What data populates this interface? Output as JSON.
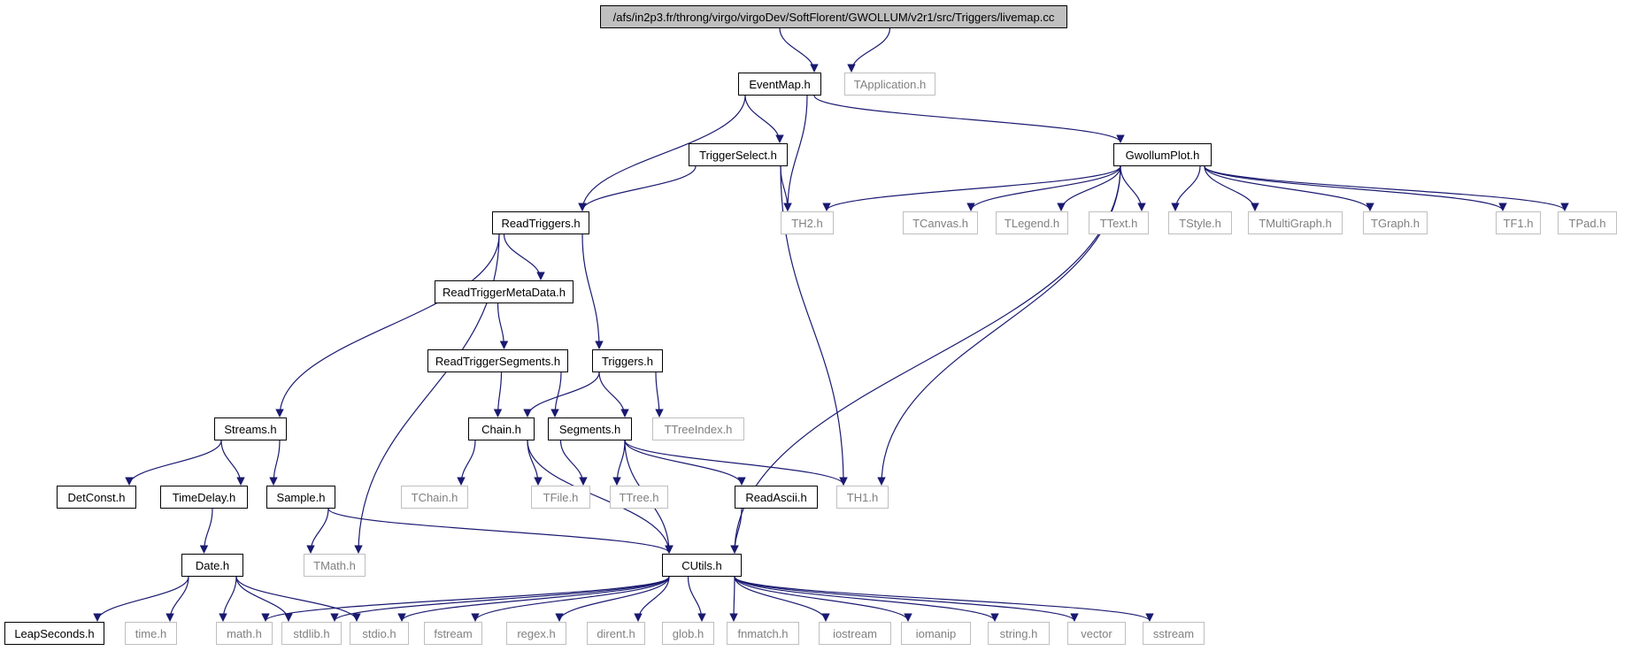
{
  "diagram": {
    "colors": {
      "edge": "#191970",
      "local_border": "#000000",
      "ext_border": "#bfbfbf",
      "root_fill": "#bfbfbf"
    },
    "nodes": [
      {
        "id": "root",
        "label": "/afs/in2p3.fr/throng/virgo/virgoDev/SoftFlorent/GWOLLUM/v2r1/src/Triggers/livemap.cc",
        "kind": "root"
      },
      {
        "id": "EventMap",
        "label": "EventMap.h",
        "kind": "local"
      },
      {
        "id": "TApplication",
        "label": "TApplication.h",
        "kind": "ext"
      },
      {
        "id": "TriggerSelect",
        "label": "TriggerSelect.h",
        "kind": "local"
      },
      {
        "id": "GwollumPlot",
        "label": "GwollumPlot.h",
        "kind": "local"
      },
      {
        "id": "ReadTriggers",
        "label": "ReadTriggers.h",
        "kind": "local"
      },
      {
        "id": "TH2",
        "label": "TH2.h",
        "kind": "ext"
      },
      {
        "id": "TCanvas",
        "label": "TCanvas.h",
        "kind": "ext"
      },
      {
        "id": "TLegend",
        "label": "TLegend.h",
        "kind": "ext"
      },
      {
        "id": "TText",
        "label": "TText.h",
        "kind": "ext"
      },
      {
        "id": "TStyle",
        "label": "TStyle.h",
        "kind": "ext"
      },
      {
        "id": "TMultiGraph",
        "label": "TMultiGraph.h",
        "kind": "ext"
      },
      {
        "id": "TGraph",
        "label": "TGraph.h",
        "kind": "ext"
      },
      {
        "id": "TF1",
        "label": "TF1.h",
        "kind": "ext"
      },
      {
        "id": "TPad",
        "label": "TPad.h",
        "kind": "ext"
      },
      {
        "id": "ReadTriggerMetaData",
        "label": "ReadTriggerMetaData.h",
        "kind": "local"
      },
      {
        "id": "ReadTriggerSegments",
        "label": "ReadTriggerSegments.h",
        "kind": "local"
      },
      {
        "id": "Triggers",
        "label": "Triggers.h",
        "kind": "local"
      },
      {
        "id": "Streams",
        "label": "Streams.h",
        "kind": "local"
      },
      {
        "id": "Chain",
        "label": "Chain.h",
        "kind": "local"
      },
      {
        "id": "Segments",
        "label": "Segments.h",
        "kind": "local"
      },
      {
        "id": "TTreeIndex",
        "label": "TTreeIndex.h",
        "kind": "ext"
      },
      {
        "id": "DetConst",
        "label": "DetConst.h",
        "kind": "local"
      },
      {
        "id": "TimeDelay",
        "label": "TimeDelay.h",
        "kind": "local"
      },
      {
        "id": "Sample",
        "label": "Sample.h",
        "kind": "local"
      },
      {
        "id": "TChain",
        "label": "TChain.h",
        "kind": "ext"
      },
      {
        "id": "TFile",
        "label": "TFile.h",
        "kind": "ext"
      },
      {
        "id": "TTree",
        "label": "TTree.h",
        "kind": "ext"
      },
      {
        "id": "ReadAscii",
        "label": "ReadAscii.h",
        "kind": "local"
      },
      {
        "id": "TH1",
        "label": "TH1.h",
        "kind": "ext"
      },
      {
        "id": "TMath",
        "label": "TMath.h",
        "kind": "ext"
      },
      {
        "id": "Date",
        "label": "Date.h",
        "kind": "local"
      },
      {
        "id": "CUtils",
        "label": "CUtils.h",
        "kind": "local"
      },
      {
        "id": "LeapSeconds",
        "label": "LeapSeconds.h",
        "kind": "local"
      },
      {
        "id": "time",
        "label": "time.h",
        "kind": "ext"
      },
      {
        "id": "math",
        "label": "math.h",
        "kind": "ext"
      },
      {
        "id": "stdlib",
        "label": "stdlib.h",
        "kind": "ext"
      },
      {
        "id": "stdio",
        "label": "stdio.h",
        "kind": "ext"
      },
      {
        "id": "fstream",
        "label": "fstream",
        "kind": "ext"
      },
      {
        "id": "regex",
        "label": "regex.h",
        "kind": "ext"
      },
      {
        "id": "dirent",
        "label": "dirent.h",
        "kind": "ext"
      },
      {
        "id": "glob",
        "label": "glob.h",
        "kind": "ext"
      },
      {
        "id": "fnmatch",
        "label": "fnmatch.h",
        "kind": "ext"
      },
      {
        "id": "iostream",
        "label": "iostream",
        "kind": "ext"
      },
      {
        "id": "iomanip",
        "label": "iomanip",
        "kind": "ext"
      },
      {
        "id": "string",
        "label": "string.h",
        "kind": "ext"
      },
      {
        "id": "vector",
        "label": "vector",
        "kind": "ext"
      },
      {
        "id": "sstream",
        "label": "sstream",
        "kind": "ext"
      }
    ],
    "edges": [
      [
        "root",
        "EventMap"
      ],
      [
        "root",
        "TApplication"
      ],
      [
        "EventMap",
        "ReadTriggers"
      ],
      [
        "EventMap",
        "TriggerSelect"
      ],
      [
        "EventMap",
        "TH2"
      ],
      [
        "EventMap",
        "GwollumPlot"
      ],
      [
        "TriggerSelect",
        "ReadTriggers"
      ],
      [
        "TriggerSelect",
        "TH2"
      ],
      [
        "TriggerSelect",
        "TH1"
      ],
      [
        "GwollumPlot",
        "TH2"
      ],
      [
        "GwollumPlot",
        "TH1"
      ],
      [
        "GwollumPlot",
        "TCanvas"
      ],
      [
        "GwollumPlot",
        "TLegend"
      ],
      [
        "GwollumPlot",
        "TText"
      ],
      [
        "GwollumPlot",
        "TStyle"
      ],
      [
        "GwollumPlot",
        "TMultiGraph"
      ],
      [
        "GwollumPlot",
        "TGraph"
      ],
      [
        "GwollumPlot",
        "TF1"
      ],
      [
        "GwollumPlot",
        "TPad"
      ],
      [
        "GwollumPlot",
        "CUtils"
      ],
      [
        "ReadTriggers",
        "Streams"
      ],
      [
        "ReadTriggers",
        "TMath"
      ],
      [
        "ReadTriggers",
        "ReadTriggerMetaData"
      ],
      [
        "ReadTriggers",
        "Triggers"
      ],
      [
        "ReadTriggerMetaData",
        "ReadTriggerSegments"
      ],
      [
        "ReadTriggerSegments",
        "Chain"
      ],
      [
        "ReadTriggerSegments",
        "Segments"
      ],
      [
        "Triggers",
        "Chain"
      ],
      [
        "Triggers",
        "Segments"
      ],
      [
        "Triggers",
        "TTreeIndex"
      ],
      [
        "Streams",
        "DetConst"
      ],
      [
        "Streams",
        "TimeDelay"
      ],
      [
        "Streams",
        "Sample"
      ],
      [
        "Chain",
        "TChain"
      ],
      [
        "Chain",
        "TFile"
      ],
      [
        "Chain",
        "CUtils"
      ],
      [
        "Segments",
        "TFile"
      ],
      [
        "Segments",
        "TTree"
      ],
      [
        "Segments",
        "ReadAscii"
      ],
      [
        "Segments",
        "TH1"
      ],
      [
        "Segments",
        "CUtils"
      ],
      [
        "TimeDelay",
        "Date"
      ],
      [
        "Sample",
        "TMath"
      ],
      [
        "Sample",
        "CUtils"
      ],
      [
        "ReadAscii",
        "CUtils"
      ],
      [
        "Date",
        "LeapSeconds"
      ],
      [
        "Date",
        "time"
      ],
      [
        "Date",
        "math"
      ],
      [
        "Date",
        "stdlib"
      ],
      [
        "Date",
        "stdio"
      ],
      [
        "CUtils",
        "math"
      ],
      [
        "CUtils",
        "stdlib"
      ],
      [
        "CUtils",
        "stdio"
      ],
      [
        "CUtils",
        "fstream"
      ],
      [
        "CUtils",
        "regex"
      ],
      [
        "CUtils",
        "dirent"
      ],
      [
        "CUtils",
        "glob"
      ],
      [
        "CUtils",
        "fnmatch"
      ],
      [
        "CUtils",
        "iostream"
      ],
      [
        "CUtils",
        "iomanip"
      ],
      [
        "CUtils",
        "string"
      ],
      [
        "CUtils",
        "vector"
      ],
      [
        "CUtils",
        "sstream"
      ]
    ]
  }
}
